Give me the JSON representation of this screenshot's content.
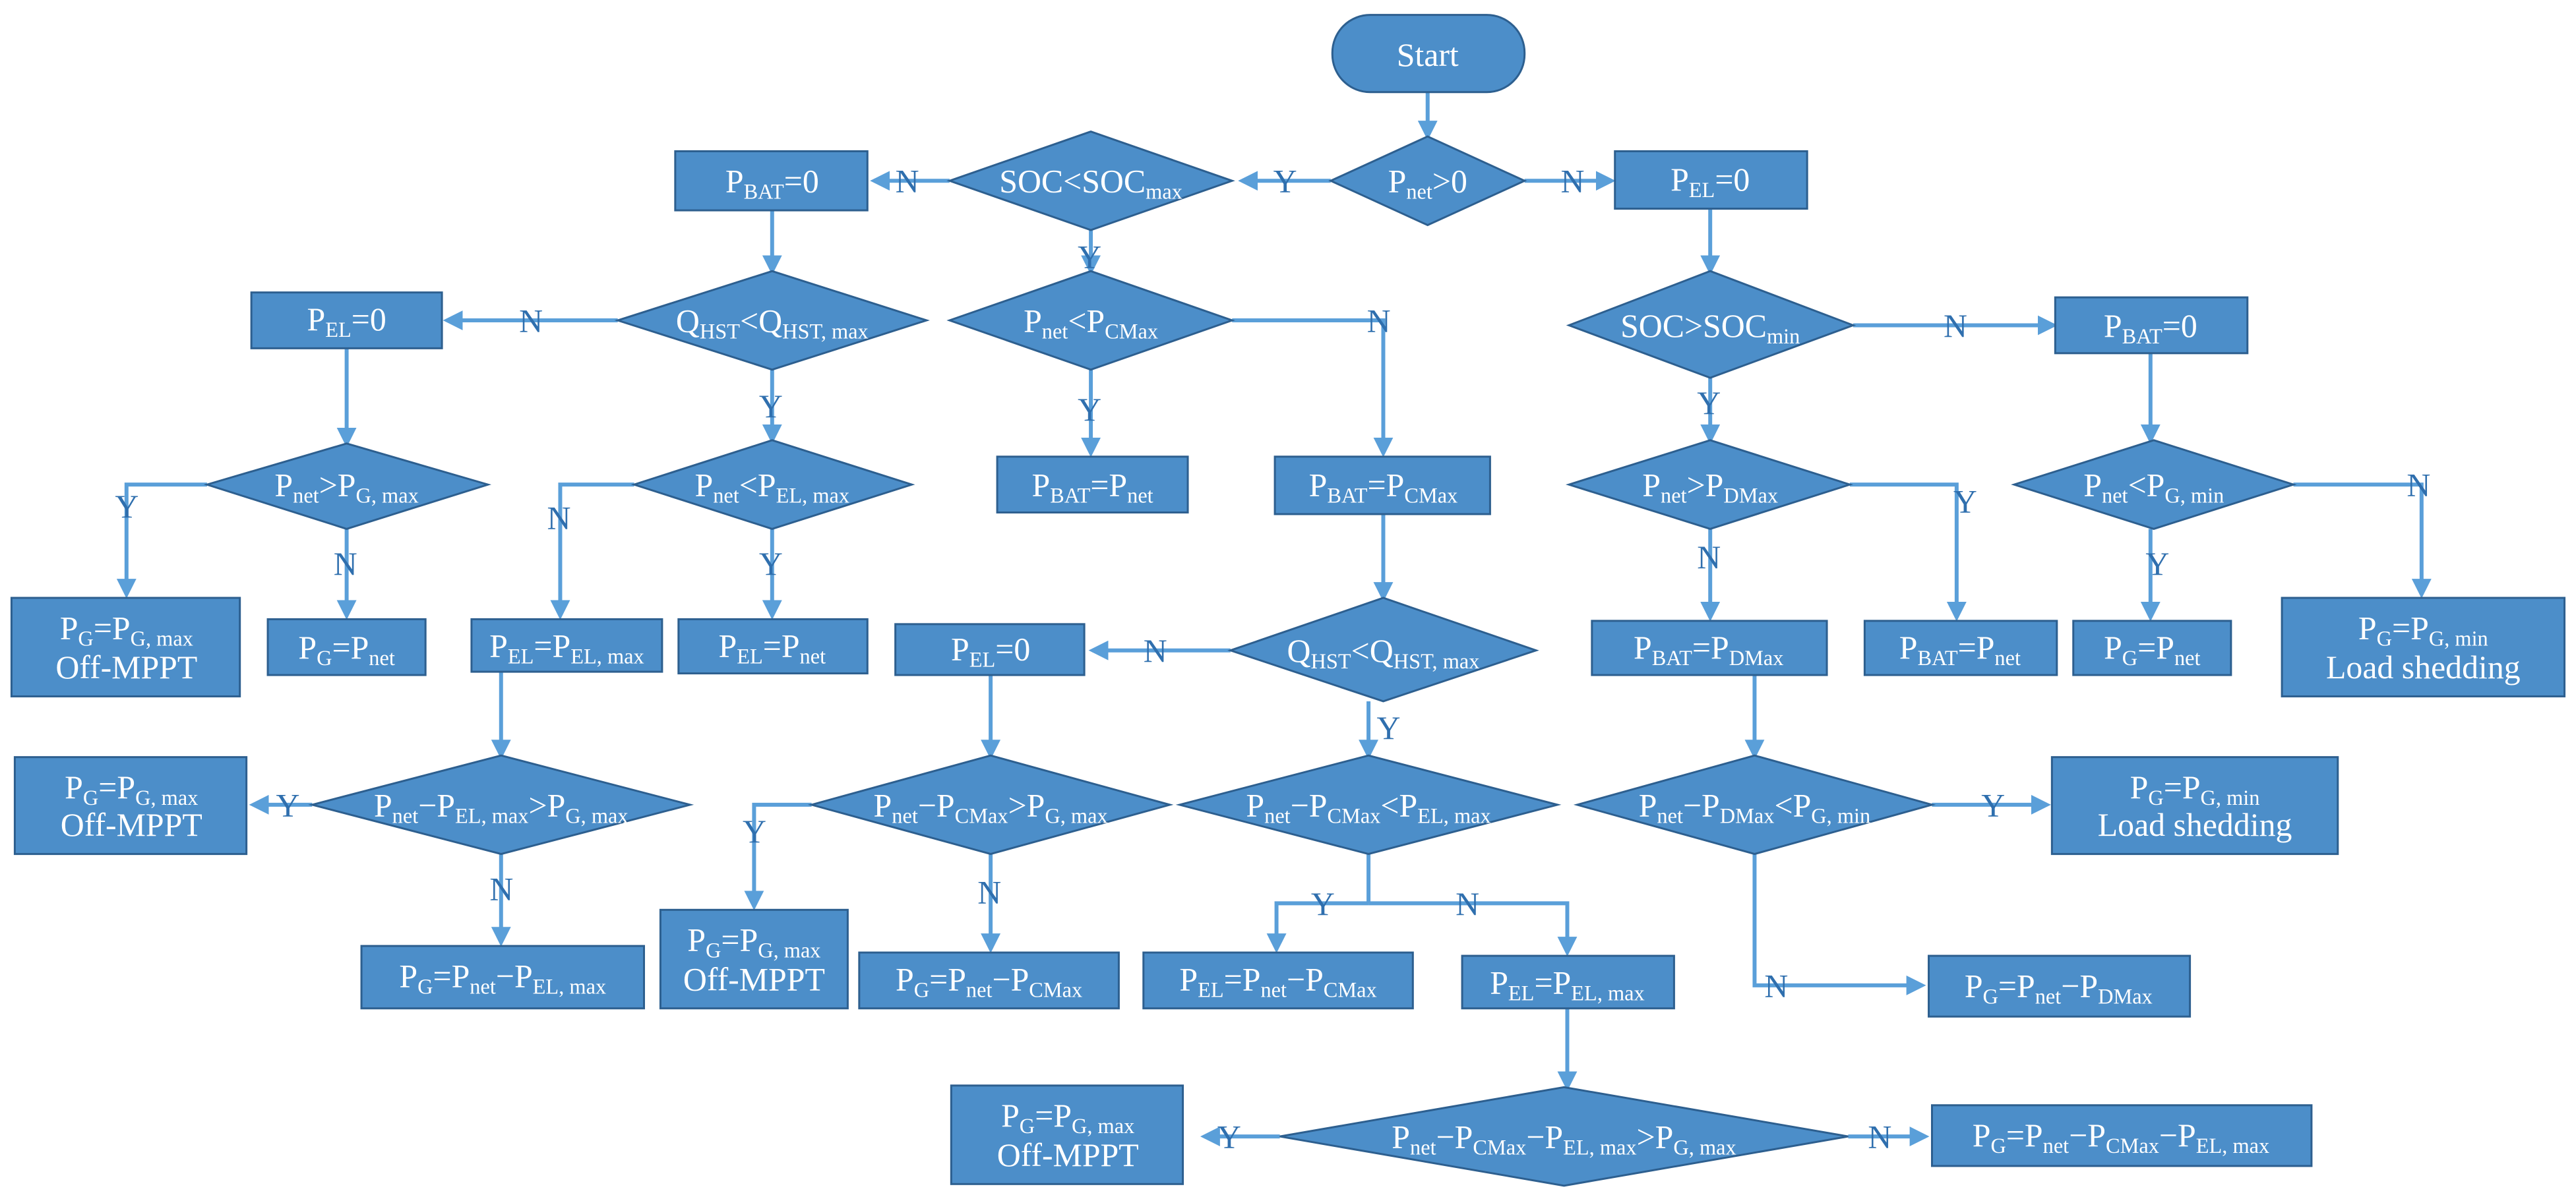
{
  "nodes": {
    "start": {
      "segments": [
        [
          "Start",
          ""
        ]
      ]
    },
    "dec-pnet-gt-0": {
      "segments": [
        [
          "P",
          ""
        ],
        [
          "net",
          "sub"
        ],
        [
          ">0",
          ""
        ]
      ]
    },
    "dec-soc-lt-max": {
      "segments": [
        [
          "SOC<SOC",
          ""
        ],
        [
          "max",
          "sub"
        ]
      ]
    },
    "box-pbat-0-a": {
      "segments": [
        [
          "P",
          ""
        ],
        [
          "BAT",
          "sub"
        ],
        [
          "=0",
          ""
        ]
      ]
    },
    "box-pel-0-a": {
      "segments": [
        [
          "P",
          ""
        ],
        [
          "EL",
          "sub"
        ],
        [
          "=0",
          ""
        ]
      ]
    },
    "dec-qhst-a": {
      "segments": [
        [
          "Q",
          ""
        ],
        [
          "HST",
          "sub"
        ],
        [
          "<Q",
          ""
        ],
        [
          "HST, max",
          "sub"
        ]
      ]
    },
    "dec-pnet-lt-pcmax": {
      "segments": [
        [
          "P",
          ""
        ],
        [
          "net",
          "sub"
        ],
        [
          "<P",
          ""
        ],
        [
          "CMax",
          "sub"
        ]
      ]
    },
    "dec-soc-gt-min": {
      "segments": [
        [
          "SOC>SOC",
          ""
        ],
        [
          "min",
          "sub"
        ]
      ]
    },
    "box-pbat-0-b": {
      "segments": [
        [
          "P",
          ""
        ],
        [
          "BAT",
          "sub"
        ],
        [
          "=0",
          ""
        ]
      ]
    },
    "dec-pnet-gt-pgmax": {
      "segments": [
        [
          "P",
          ""
        ],
        [
          "net",
          "sub"
        ],
        [
          ">P",
          ""
        ],
        [
          "G, max",
          "sub"
        ]
      ]
    },
    "dec-pnet-lt-pelmax": {
      "segments": [
        [
          "P",
          ""
        ],
        [
          "net",
          "sub"
        ],
        [
          "<P",
          ""
        ],
        [
          "EL, max",
          "sub"
        ]
      ]
    },
    "box-pbat-pnet-a": {
      "segments": [
        [
          "P",
          ""
        ],
        [
          "BAT",
          "sub"
        ],
        [
          "=P",
          ""
        ],
        [
          "net",
          "sub"
        ]
      ]
    },
    "box-pbat-pcmax": {
      "segments": [
        [
          "P",
          ""
        ],
        [
          "BAT",
          "sub"
        ],
        [
          "=P",
          ""
        ],
        [
          "CMax",
          "sub"
        ]
      ]
    },
    "dec-pnet-gt-pdmax": {
      "segments": [
        [
          "P",
          ""
        ],
        [
          "net",
          "sub"
        ],
        [
          ">P",
          ""
        ],
        [
          "DMax",
          "sub"
        ]
      ]
    },
    "dec-pnet-lt-pgmin": {
      "segments": [
        [
          "P",
          ""
        ],
        [
          "net",
          "sub"
        ],
        [
          "<P",
          ""
        ],
        [
          "G, min",
          "sub"
        ]
      ]
    },
    "box-pg-pgmax-offmppt-a": {
      "segments": [
        [
          "P",
          ""
        ],
        [
          "G",
          "sub"
        ],
        [
          "=P",
          ""
        ],
        [
          "G, max",
          "sub"
        ]
      ],
      "line2": "Off-MPPT"
    },
    "box-pg-pnet-a": {
      "segments": [
        [
          "P",
          ""
        ],
        [
          "G",
          "sub"
        ],
        [
          "=P",
          ""
        ],
        [
          "net",
          "sub"
        ]
      ]
    },
    "box-pel-pelmax-a": {
      "segments": [
        [
          "P",
          ""
        ],
        [
          "EL",
          "sub"
        ],
        [
          "=P",
          ""
        ],
        [
          "EL, max",
          "sub"
        ]
      ]
    },
    "box-pel-pnet": {
      "segments": [
        [
          "P",
          ""
        ],
        [
          "EL",
          "sub"
        ],
        [
          "=P",
          ""
        ],
        [
          "net",
          "sub"
        ]
      ]
    },
    "box-pel-0-b": {
      "segments": [
        [
          "P",
          ""
        ],
        [
          "EL",
          "sub"
        ],
        [
          "=0",
          ""
        ]
      ]
    },
    "dec-qhst-b": {
      "segments": [
        [
          "Q",
          ""
        ],
        [
          "HST",
          "sub"
        ],
        [
          "<Q",
          ""
        ],
        [
          "HST, max",
          "sub"
        ]
      ]
    },
    "box-pbat-pdmax": {
      "segments": [
        [
          "P",
          ""
        ],
        [
          "BAT",
          "sub"
        ],
        [
          "=P",
          ""
        ],
        [
          "DMax",
          "sub"
        ]
      ]
    },
    "box-pbat-pnet-b": {
      "segments": [
        [
          "P",
          ""
        ],
        [
          "BAT",
          "sub"
        ],
        [
          "=P",
          ""
        ],
        [
          "net",
          "sub"
        ]
      ]
    },
    "box-pg-pnet-b": {
      "segments": [
        [
          "P",
          ""
        ],
        [
          "G",
          "sub"
        ],
        [
          "=P",
          ""
        ],
        [
          "net",
          "sub"
        ]
      ]
    },
    "box-pg-pgmin-shed-a": {
      "segments": [
        [
          "P",
          ""
        ],
        [
          "G",
          "sub"
        ],
        [
          "=P",
          ""
        ],
        [
          "G, min",
          "sub"
        ]
      ],
      "line2": "Load shedding"
    },
    "box-pg-pgmax-offmppt-b": {
      "segments": [
        [
          "P",
          ""
        ],
        [
          "G",
          "sub"
        ],
        [
          "=P",
          ""
        ],
        [
          "G, max",
          "sub"
        ]
      ],
      "line2": "Off-MPPT"
    },
    "dec-pnet-pelmax-gt-pgmax": {
      "segments": [
        [
          "P",
          ""
        ],
        [
          "net",
          "sub"
        ],
        [
          "−P",
          ""
        ],
        [
          "EL, max",
          "sub"
        ],
        [
          ">P",
          ""
        ],
        [
          "G, max",
          "sub"
        ]
      ]
    },
    "dec-pnet-pcmax-gt-pgmax": {
      "segments": [
        [
          "P",
          ""
        ],
        [
          "net",
          "sub"
        ],
        [
          "−P",
          ""
        ],
        [
          "CMax",
          "sub"
        ],
        [
          ">P",
          ""
        ],
        [
          "G, max",
          "sub"
        ]
      ]
    },
    "dec-pnet-pcmax-lt-pelmax": {
      "segments": [
        [
          "P",
          ""
        ],
        [
          "net",
          "sub"
        ],
        [
          "−P",
          ""
        ],
        [
          "CMax",
          "sub"
        ],
        [
          "<P",
          ""
        ],
        [
          "EL, max",
          "sub"
        ]
      ]
    },
    "dec-pnet-pdmax-lt-pgmin": {
      "segments": [
        [
          "P",
          ""
        ],
        [
          "net",
          "sub"
        ],
        [
          "−P",
          ""
        ],
        [
          "DMax",
          "sub"
        ],
        [
          "<P",
          ""
        ],
        [
          "G, min",
          "sub"
        ]
      ]
    },
    "box-pg-pgmin-shed-b": {
      "segments": [
        [
          "P",
          ""
        ],
        [
          "G",
          "sub"
        ],
        [
          "=P",
          ""
        ],
        [
          "G, min",
          "sub"
        ]
      ],
      "line2": "Load shedding"
    },
    "box-pg-pnet-pelmax": {
      "segments": [
        [
          "P",
          ""
        ],
        [
          "G",
          "sub"
        ],
        [
          "=P",
          ""
        ],
        [
          "net",
          "sub"
        ],
        [
          "−P",
          ""
        ],
        [
          "EL, max",
          "sub"
        ]
      ]
    },
    "box-pg-pgmax-offmppt-c": {
      "segments": [
        [
          "P",
          ""
        ],
        [
          "G",
          "sub"
        ],
        [
          "=P",
          ""
        ],
        [
          "G, max",
          "sub"
        ]
      ],
      "line2": "Off-MPPT"
    },
    "box-pg-pnet-pcmax": {
      "segments": [
        [
          "P",
          ""
        ],
        [
          "G",
          "sub"
        ],
        [
          "=P",
          ""
        ],
        [
          "net",
          "sub"
        ],
        [
          "−P",
          ""
        ],
        [
          "CMax",
          "sub"
        ]
      ]
    },
    "box-pel-pnet-pcmax": {
      "segments": [
        [
          "P",
          ""
        ],
        [
          "EL",
          "sub"
        ],
        [
          "=P",
          ""
        ],
        [
          "net",
          "sub"
        ],
        [
          "−P",
          ""
        ],
        [
          "CMax",
          "sub"
        ]
      ]
    },
    "box-pel-pelmax-b": {
      "segments": [
        [
          "P",
          ""
        ],
        [
          "EL",
          "sub"
        ],
        [
          "=P",
          ""
        ],
        [
          "EL, max",
          "sub"
        ]
      ]
    },
    "box-pg-pnet-pdmax": {
      "segments": [
        [
          "P",
          ""
        ],
        [
          "G",
          "sub"
        ],
        [
          "=P",
          ""
        ],
        [
          "net",
          "sub"
        ],
        [
          "−P",
          ""
        ],
        [
          "DMax",
          "sub"
        ]
      ]
    },
    "box-pg-pgmax-offmppt-d": {
      "segments": [
        [
          "P",
          ""
        ],
        [
          "G",
          "sub"
        ],
        [
          "=P",
          ""
        ],
        [
          "G, max",
          "sub"
        ]
      ],
      "line2": "Off-MPPT"
    },
    "dec-pnet-pcmax-pelmax-gt-pgmax": {
      "segments": [
        [
          "P",
          ""
        ],
        [
          "net",
          "sub"
        ],
        [
          "−P",
          ""
        ],
        [
          "CMax",
          "sub"
        ],
        [
          "−P",
          ""
        ],
        [
          "EL, max",
          "sub"
        ],
        [
          ">P",
          ""
        ],
        [
          "G, max",
          "sub"
        ]
      ]
    },
    "box-pg-pnet-pcmax-pelmax": {
      "segments": [
        [
          "P",
          ""
        ],
        [
          "G",
          "sub"
        ],
        [
          "=P",
          ""
        ],
        [
          "net",
          "sub"
        ],
        [
          "−P",
          ""
        ],
        [
          "CMax",
          "sub"
        ],
        [
          "−P",
          ""
        ],
        [
          "EL, max",
          "sub"
        ]
      ]
    }
  },
  "edge_labels": {
    "yes": "Y",
    "no": "N"
  },
  "colors": {
    "node_fill": "#4c8ec9",
    "node_stroke": "#2d5f8f",
    "edge": "#5a9fd9",
    "edge_label": "#2f6fae"
  }
}
